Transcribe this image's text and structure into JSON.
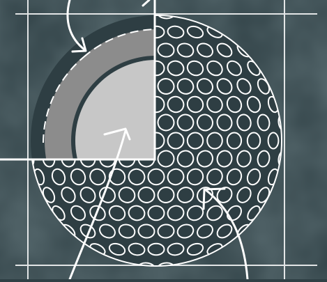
{
  "diagram": {
    "top_label": "",
    "colors": {
      "chalkboard": "#2f4045",
      "chalk": "#ffffff",
      "outer_layer": "#8c8c8c",
      "inner_core": "#c7c7c7",
      "core_gap": "#2e3e43"
    },
    "parts": [
      "dimpled-cover",
      "mantle-layer",
      "core"
    ],
    "annotations": [
      "arrow-to-mantle",
      "arrow-to-core",
      "arrow-to-dimple"
    ]
  }
}
